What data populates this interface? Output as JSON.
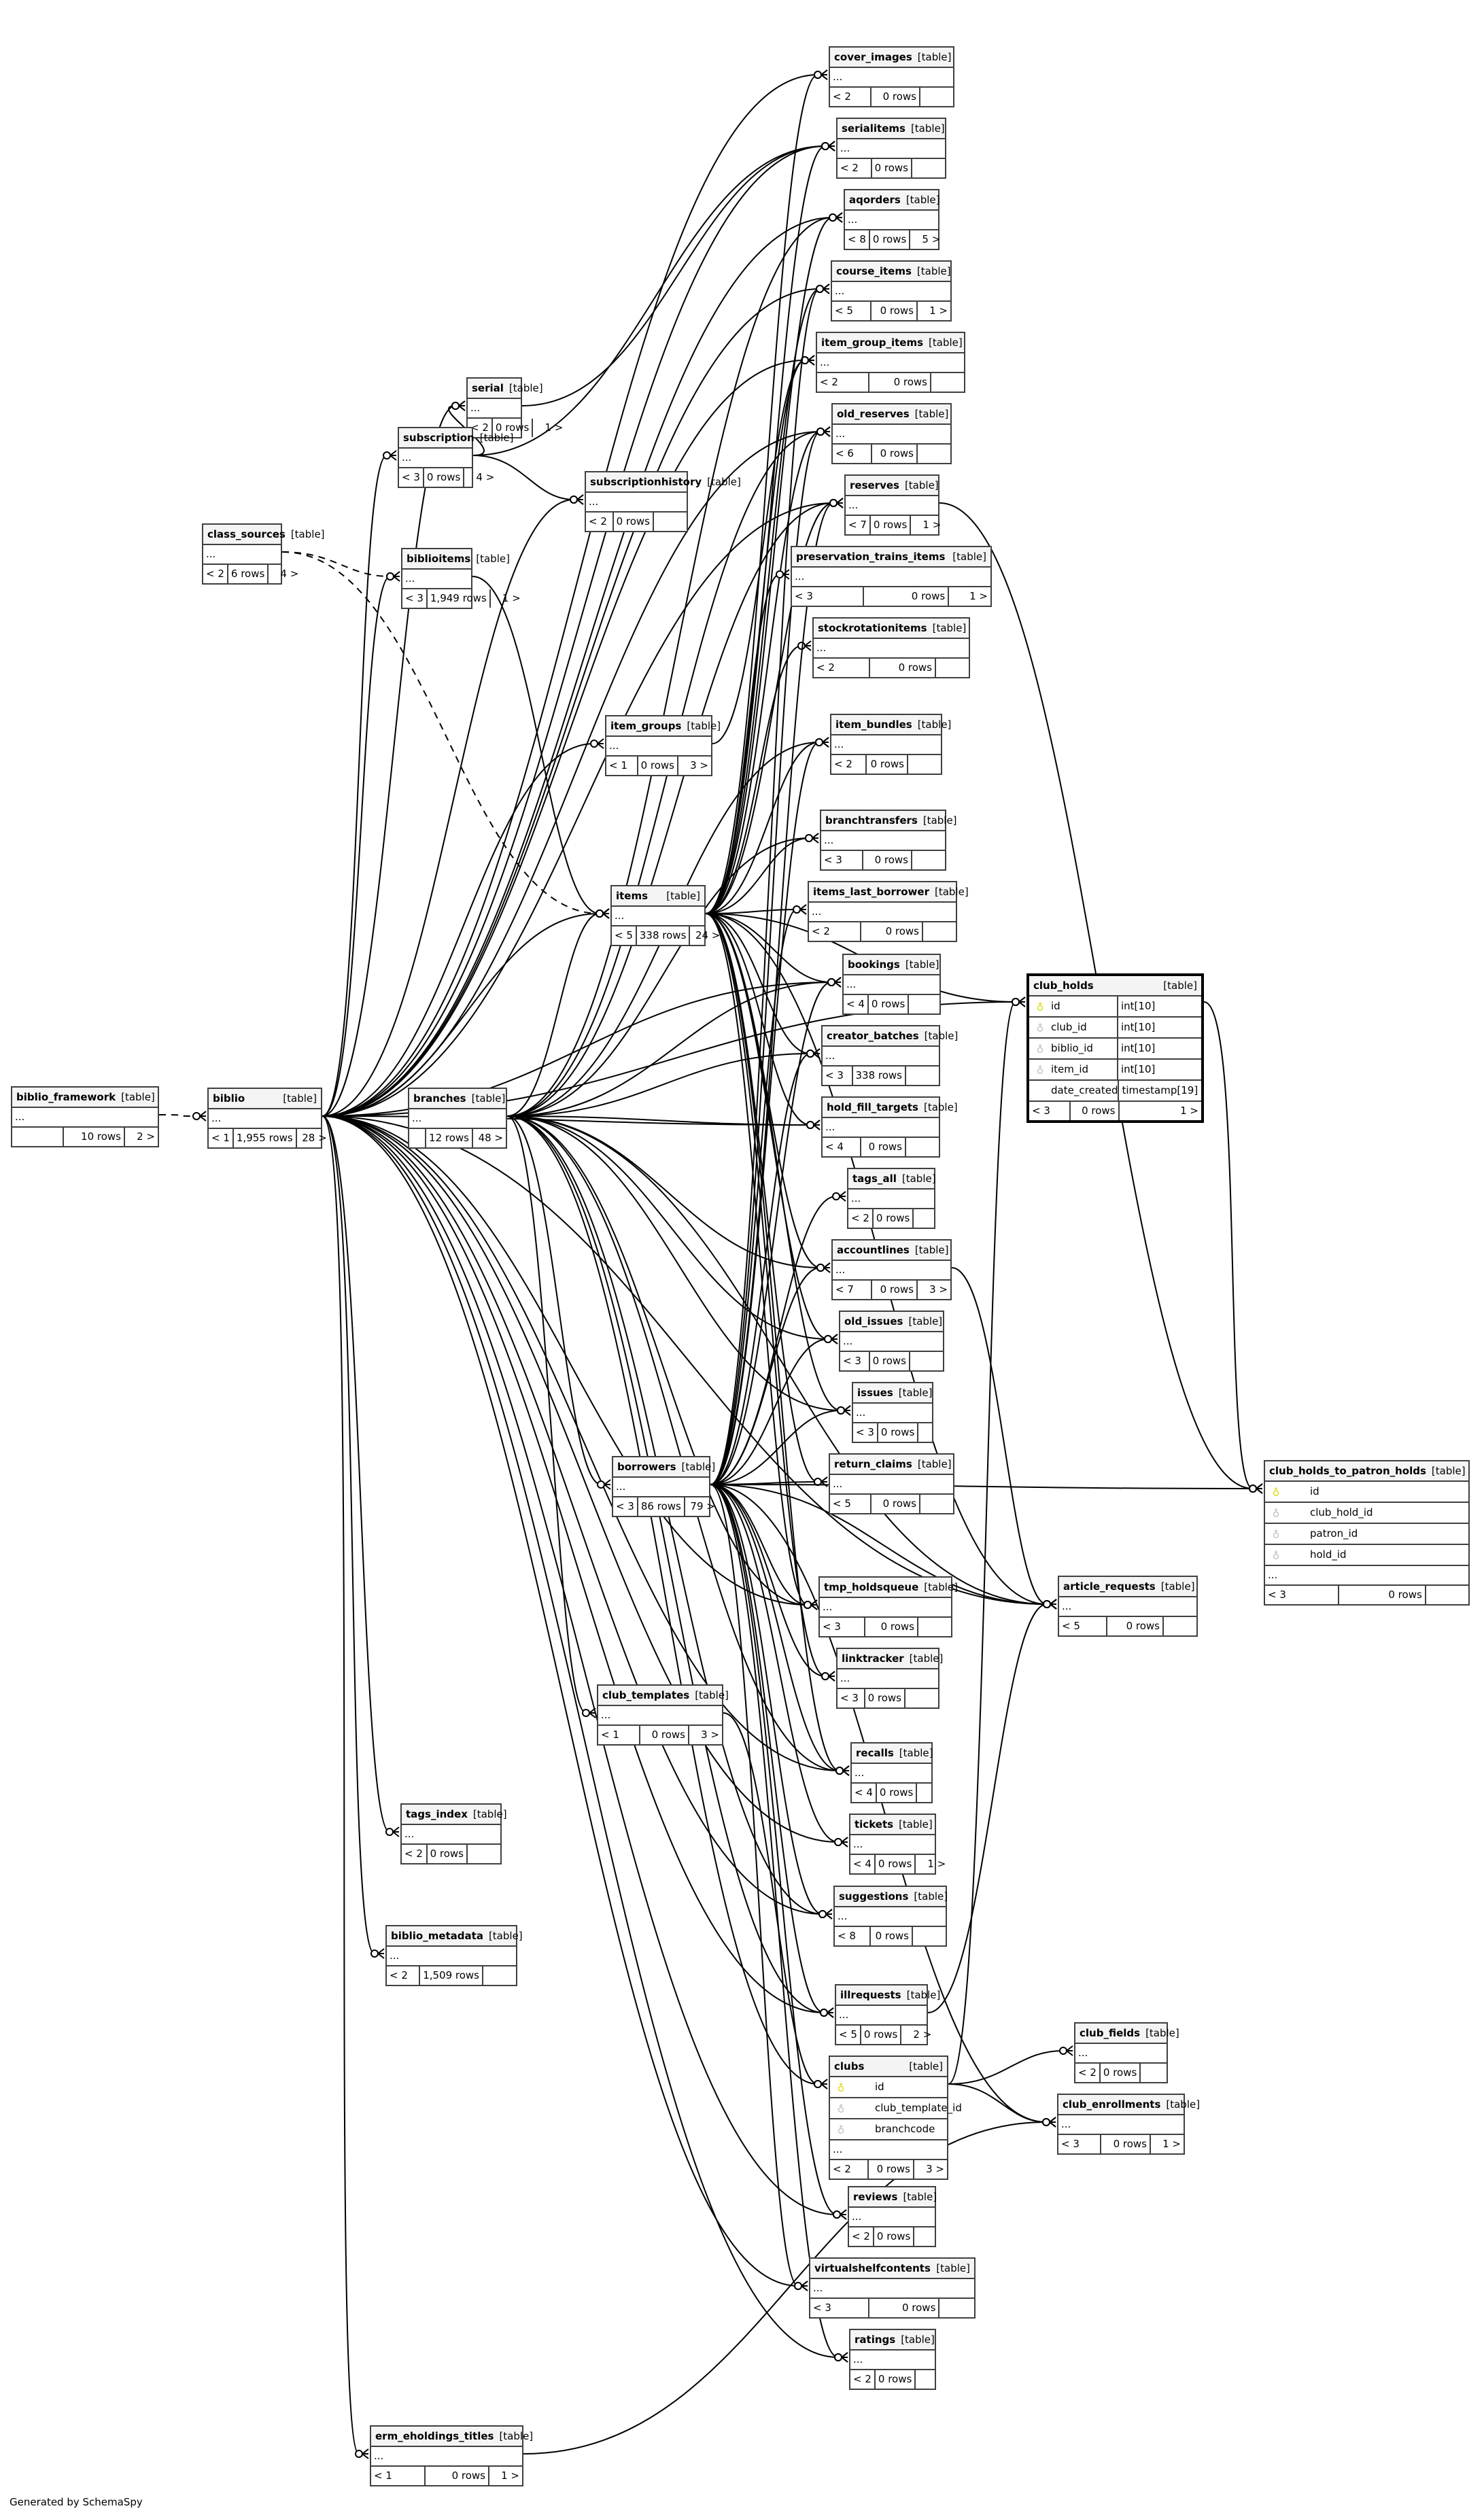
{
  "footer": "Generated by SchemaSpy",
  "type_label": "[table]",
  "ellipsis": "...",
  "tables": [
    {
      "id": "cover_images",
      "name": "cover_images",
      "parents": "< 2",
      "rows": "0 rows",
      "children": ""
    },
    {
      "id": "serialitems",
      "name": "serialitems",
      "parents": "< 2",
      "rows": "0 rows",
      "children": ""
    },
    {
      "id": "aqorders",
      "name": "aqorders",
      "parents": "< 8",
      "rows": "0 rows",
      "children": "5 >"
    },
    {
      "id": "course_items",
      "name": "course_items",
      "parents": "< 5",
      "rows": "0 rows",
      "children": "1 >"
    },
    {
      "id": "item_group_items",
      "name": "item_group_items",
      "parents": "< 2",
      "rows": "0 rows",
      "children": ""
    },
    {
      "id": "old_reserves",
      "name": "old_reserves",
      "parents": "< 6",
      "rows": "0 rows",
      "children": ""
    },
    {
      "id": "reserves",
      "name": "reserves",
      "parents": "< 7",
      "rows": "0 rows",
      "children": "1 >"
    },
    {
      "id": "preservation_trains_items",
      "name": "preservation_trains_items",
      "parents": "< 3",
      "rows": "0 rows",
      "children": "1 >"
    },
    {
      "id": "stockrotationitems",
      "name": "stockrotationitems",
      "parents": "< 2",
      "rows": "0 rows",
      "children": ""
    },
    {
      "id": "item_bundles",
      "name": "item_bundles",
      "parents": "< 2",
      "rows": "0 rows",
      "children": ""
    },
    {
      "id": "branchtransfers",
      "name": "branchtransfers",
      "parents": "< 3",
      "rows": "0 rows",
      "children": ""
    },
    {
      "id": "items_last_borrower",
      "name": "items_last_borrower",
      "parents": "< 2",
      "rows": "0 rows",
      "children": ""
    },
    {
      "id": "bookings",
      "name": "bookings",
      "parents": "< 4",
      "rows": "0 rows",
      "children": ""
    },
    {
      "id": "creator_batches",
      "name": "creator_batches",
      "parents": "< 3",
      "rows": "338 rows",
      "children": ""
    },
    {
      "id": "hold_fill_targets",
      "name": "hold_fill_targets",
      "parents": "< 4",
      "rows": "0 rows",
      "children": ""
    },
    {
      "id": "tags_all",
      "name": "tags_all",
      "parents": "< 2",
      "rows": "0 rows",
      "children": ""
    },
    {
      "id": "accountlines",
      "name": "accountlines",
      "parents": "< 7",
      "rows": "0 rows",
      "children": "3 >"
    },
    {
      "id": "old_issues",
      "name": "old_issues",
      "parents": "< 3",
      "rows": "0 rows",
      "children": ""
    },
    {
      "id": "issues",
      "name": "issues",
      "parents": "< 3",
      "rows": "0 rows",
      "children": ""
    },
    {
      "id": "return_claims",
      "name": "return_claims",
      "parents": "< 5",
      "rows": "0 rows",
      "children": ""
    },
    {
      "id": "tmp_holdsqueue",
      "name": "tmp_holdsqueue",
      "parents": "< 3",
      "rows": "0 rows",
      "children": ""
    },
    {
      "id": "linktracker",
      "name": "linktracker",
      "parents": "< 3",
      "rows": "0 rows",
      "children": ""
    },
    {
      "id": "recalls",
      "name": "recalls",
      "parents": "< 4",
      "rows": "0 rows",
      "children": ""
    },
    {
      "id": "tickets",
      "name": "tickets",
      "parents": "< 4",
      "rows": "0 rows",
      "children": "1 >"
    },
    {
      "id": "suggestions",
      "name": "suggestions",
      "parents": "< 8",
      "rows": "0 rows",
      "children": ""
    },
    {
      "id": "illrequests",
      "name": "illrequests",
      "parents": "< 5",
      "rows": "0 rows",
      "children": "2 >"
    },
    {
      "id": "reviews",
      "name": "reviews",
      "parents": "< 2",
      "rows": "0 rows",
      "children": ""
    },
    {
      "id": "virtualshelfcontents",
      "name": "virtualshelfcontents",
      "parents": "< 3",
      "rows": "0 rows",
      "children": ""
    },
    {
      "id": "ratings",
      "name": "ratings",
      "parents": "< 2",
      "rows": "0 rows",
      "children": ""
    },
    {
      "id": "serial",
      "name": "serial",
      "parents": "< 2",
      "rows": "0 rows",
      "children": "1 >"
    },
    {
      "id": "subscription",
      "name": "subscription",
      "parents": "< 3",
      "rows": "0 rows",
      "children": "4 >"
    },
    {
      "id": "subscriptionhistory",
      "name": "subscriptionhistory",
      "parents": "< 2",
      "rows": "0 rows",
      "children": ""
    },
    {
      "id": "class_sources",
      "name": "class_sources",
      "parents": "< 2",
      "rows": "6 rows",
      "children": "4 >"
    },
    {
      "id": "biblioitems",
      "name": "biblioitems",
      "parents": "< 3",
      "rows": "1,949 rows",
      "children": "1 >"
    },
    {
      "id": "item_groups",
      "name": "item_groups",
      "parents": "< 1",
      "rows": "0 rows",
      "children": "3 >"
    },
    {
      "id": "items",
      "name": "items",
      "parents": "< 5",
      "rows": "338 rows",
      "children": "24 >"
    },
    {
      "id": "biblio_framework",
      "name": "biblio_framework",
      "parents": "",
      "rows": "10 rows",
      "children": "2 >"
    },
    {
      "id": "biblio",
      "name": "biblio",
      "parents": "< 1",
      "rows": "1,955 rows",
      "children": "28 >"
    },
    {
      "id": "branches",
      "name": "branches",
      "parents": "",
      "rows": "12 rows",
      "children": "48 >"
    },
    {
      "id": "borrowers",
      "name": "borrowers",
      "parents": "< 3",
      "rows": "86 rows",
      "children": "79 >"
    },
    {
      "id": "club_templates",
      "name": "club_templates",
      "parents": "< 1",
      "rows": "0 rows",
      "children": "3 >"
    },
    {
      "id": "tags_index",
      "name": "tags_index",
      "parents": "< 2",
      "rows": "0 rows",
      "children": ""
    },
    {
      "id": "biblio_metadata",
      "name": "biblio_metadata",
      "parents": "< 2",
      "rows": "1,509 rows",
      "children": ""
    },
    {
      "id": "erm_eholdings_titles",
      "name": "erm_eholdings_titles",
      "parents": "< 1",
      "rows": "0 rows",
      "children": "1 >"
    },
    {
      "id": "article_requests",
      "name": "article_requests",
      "parents": "< 5",
      "rows": "0 rows",
      "children": ""
    },
    {
      "id": "club_fields",
      "name": "club_fields",
      "parents": "< 2",
      "rows": "0 rows",
      "children": ""
    },
    {
      "id": "club_enrollments",
      "name": "club_enrollments",
      "parents": "< 3",
      "rows": "0 rows",
      "children": "1 >"
    }
  ],
  "detailed_tables": {
    "club_holds": {
      "name": "club_holds",
      "columns": [
        {
          "name": "id",
          "type": "int[10]",
          "key": "pk"
        },
        {
          "name": "club_id",
          "type": "int[10]",
          "key": "fk"
        },
        {
          "name": "biblio_id",
          "type": "int[10]",
          "key": "fk"
        },
        {
          "name": "item_id",
          "type": "int[10]",
          "key": "fk"
        },
        {
          "name": "date_created",
          "type": "timestamp[19]",
          "key": ""
        }
      ],
      "parents": "< 3",
      "rows": "0 rows",
      "children": "1 >"
    },
    "club_holds_to_patron_holds": {
      "name": "club_holds_to_patron_holds",
      "columns": [
        {
          "name": "id",
          "key": "pk"
        },
        {
          "name": "club_hold_id",
          "key": "fk"
        },
        {
          "name": "patron_id",
          "key": "fk"
        },
        {
          "name": "hold_id",
          "key": "fk"
        }
      ],
      "parents": "< 3",
      "rows": "0 rows",
      "children": ""
    },
    "clubs": {
      "name": "clubs",
      "columns": [
        {
          "name": "id",
          "key": "pk"
        },
        {
          "name": "club_template_id",
          "key": "fk"
        },
        {
          "name": "branchcode",
          "key": "fk"
        }
      ],
      "parents": "< 2",
      "rows": "0 rows",
      "children": "3 >"
    }
  },
  "relationships": [
    {
      "from": "biblio_framework",
      "to": "biblio",
      "implied": true
    },
    {
      "from": "class_sources",
      "to": "biblioitems",
      "implied": true
    },
    {
      "from": "class_sources",
      "to": "items",
      "implied": true
    },
    {
      "from": "biblio",
      "to": "cover_images"
    },
    {
      "from": "biblio",
      "to": "serialitems"
    },
    {
      "from": "biblio",
      "to": "aqorders"
    },
    {
      "from": "biblio",
      "to": "course_items"
    },
    {
      "from": "biblio",
      "to": "item_group_items"
    },
    {
      "from": "biblio",
      "to": "old_reserves"
    },
    {
      "from": "biblio",
      "to": "reserves"
    },
    {
      "from": "biblio",
      "to": "serial"
    },
    {
      "from": "biblio",
      "to": "subscription"
    },
    {
      "from": "biblio",
      "to": "subscriptionhistory"
    },
    {
      "from": "biblio",
      "to": "biblioitems"
    },
    {
      "from": "biblio",
      "to": "item_groups"
    },
    {
      "from": "biblio",
      "to": "items"
    },
    {
      "from": "biblio",
      "to": "club_holds"
    },
    {
      "from": "biblio",
      "to": "tags_index"
    },
    {
      "from": "biblio",
      "to": "biblio_metadata"
    },
    {
      "from": "biblio",
      "to": "erm_eholdings_titles"
    },
    {
      "from": "biblio",
      "to": "article_requests"
    },
    {
      "from": "biblio",
      "to": "bookings"
    },
    {
      "from": "biblio",
      "to": "hold_fill_targets"
    },
    {
      "from": "biblio",
      "to": "tmp_holdsqueue"
    },
    {
      "from": "biblio",
      "to": "recalls"
    },
    {
      "from": "biblio",
      "to": "tickets"
    },
    {
      "from": "biblio",
      "to": "suggestions"
    },
    {
      "from": "biblio",
      "to": "illrequests"
    },
    {
      "from": "biblio",
      "to": "reviews"
    },
    {
      "from": "biblio",
      "to": "virtualshelfcontents"
    },
    {
      "from": "biblio",
      "to": "ratings"
    },
    {
      "from": "subscription",
      "to": "serial"
    },
    {
      "from": "subscription",
      "to": "subscriptionhistory"
    },
    {
      "from": "subscription",
      "to": "serialitems"
    },
    {
      "from": "serial",
      "to": "serialitems"
    },
    {
      "from": "biblioitems",
      "to": "items"
    },
    {
      "from": "item_groups",
      "to": "item_group_items"
    },
    {
      "from": "items",
      "to": "cover_images"
    },
    {
      "from": "items",
      "to": "serialitems"
    },
    {
      "from": "items",
      "to": "aqorders"
    },
    {
      "from": "items",
      "to": "course_items"
    },
    {
      "from": "items",
      "to": "item_group_items"
    },
    {
      "from": "items",
      "to": "old_reserves"
    },
    {
      "from": "items",
      "to": "reserves"
    },
    {
      "from": "items",
      "to": "preservation_trains_items"
    },
    {
      "from": "items",
      "to": "stockrotationitems"
    },
    {
      "from": "items",
      "to": "item_bundles"
    },
    {
      "from": "items",
      "to": "branchtransfers"
    },
    {
      "from": "items",
      "to": "items_last_borrower"
    },
    {
      "from": "items",
      "to": "bookings"
    },
    {
      "from": "items",
      "to": "creator_batches"
    },
    {
      "from": "items",
      "to": "hold_fill_targets"
    },
    {
      "from": "items",
      "to": "accountlines"
    },
    {
      "from": "items",
      "to": "old_issues"
    },
    {
      "from": "items",
      "to": "issues"
    },
    {
      "from": "items",
      "to": "return_claims"
    },
    {
      "from": "items",
      "to": "tmp_holdsqueue"
    },
    {
      "from": "items",
      "to": "linktracker"
    },
    {
      "from": "items",
      "to": "recalls"
    },
    {
      "from": "items",
      "to": "club_holds"
    },
    {
      "from": "items",
      "to": "article_requests"
    },
    {
      "from": "branches",
      "to": "items"
    },
    {
      "from": "branches",
      "to": "aqorders"
    },
    {
      "from": "branches",
      "to": "reserves"
    },
    {
      "from": "branches",
      "to": "old_reserves"
    },
    {
      "from": "branches",
      "to": "branchtransfers"
    },
    {
      "from": "branches",
      "to": "bookings"
    },
    {
      "from": "branches",
      "to": "creator_batches"
    },
    {
      "from": "branches",
      "to": "hold_fill_targets"
    },
    {
      "from": "branches",
      "to": "accountlines"
    },
    {
      "from": "branches",
      "to": "old_issues"
    },
    {
      "from": "branches",
      "to": "issues"
    },
    {
      "from": "branches",
      "to": "borrowers"
    },
    {
      "from": "branches",
      "to": "club_templates"
    },
    {
      "from": "branches",
      "to": "clubs"
    },
    {
      "from": "branches",
      "to": "tmp_holdsqueue"
    },
    {
      "from": "branches",
      "to": "recalls"
    },
    {
      "from": "branches",
      "to": "suggestions"
    },
    {
      "from": "branches",
      "to": "illrequests"
    },
    {
      "from": "branches",
      "to": "article_requests"
    },
    {
      "from": "branches",
      "to": "item_bundles"
    },
    {
      "from": "borrowers",
      "to": "reserves"
    },
    {
      "from": "borrowers",
      "to": "old_reserves"
    },
    {
      "from": "borrowers",
      "to": "items_last_borrower"
    },
    {
      "from": "borrowers",
      "to": "bookings"
    },
    {
      "from": "borrowers",
      "to": "creator_batches"
    },
    {
      "from": "borrowers",
      "to": "tags_all"
    },
    {
      "from": "borrowers",
      "to": "accountlines"
    },
    {
      "from": "borrowers",
      "to": "old_issues"
    },
    {
      "from": "borrowers",
      "to": "issues"
    },
    {
      "from": "borrowers",
      "to": "return_claims"
    },
    {
      "from": "borrowers",
      "to": "tmp_holdsqueue"
    },
    {
      "from": "borrowers",
      "to": "linktracker"
    },
    {
      "from": "borrowers",
      "to": "recalls"
    },
    {
      "from": "borrowers",
      "to": "tickets"
    },
    {
      "from": "borrowers",
      "to": "suggestions"
    },
    {
      "from": "borrowers",
      "to": "illrequests"
    },
    {
      "from": "borrowers",
      "to": "reviews"
    },
    {
      "from": "borrowers",
      "to": "virtualshelfcontents"
    },
    {
      "from": "borrowers",
      "to": "ratings"
    },
    {
      "from": "borrowers",
      "to": "article_requests"
    },
    {
      "from": "borrowers",
      "to": "club_enrollments"
    },
    {
      "from": "borrowers",
      "to": "club_holds_to_patron_holds"
    },
    {
      "from": "borrowers",
      "to": "item_bundles"
    },
    {
      "from": "borrowers",
      "to": "course_items"
    },
    {
      "from": "club_templates",
      "to": "clubs"
    },
    {
      "from": "clubs",
      "to": "club_holds"
    },
    {
      "from": "clubs",
      "to": "club_fields"
    },
    {
      "from": "clubs",
      "to": "club_enrollments"
    },
    {
      "from": "club_holds",
      "to": "club_holds_to_patron_holds"
    },
    {
      "from": "reserves",
      "to": "club_holds_to_patron_holds"
    },
    {
      "from": "accountlines",
      "to": "article_requests"
    },
    {
      "from": "illrequests",
      "to": "article_requests"
    },
    {
      "from": "erm_eholdings_titles",
      "to": "club_enrollments"
    }
  ]
}
